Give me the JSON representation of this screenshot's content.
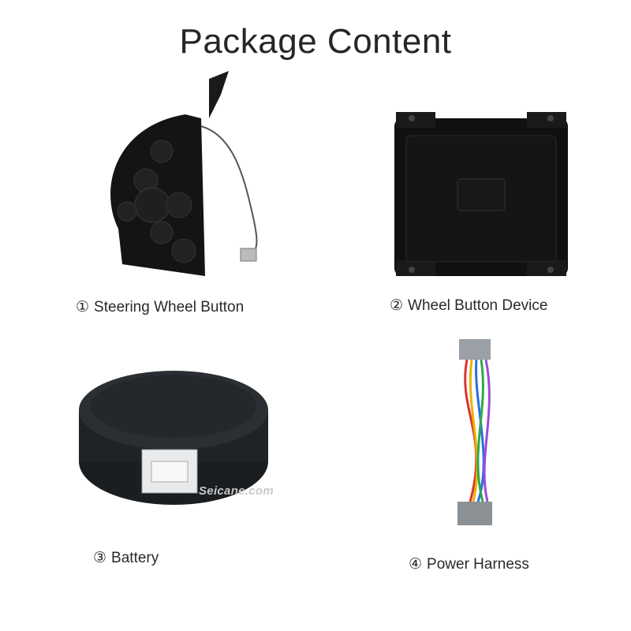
{
  "title": "Package Content",
  "items": [
    {
      "num": "①",
      "label": "Steering Wheel Button",
      "icon": "steering-wheel-button-icon"
    },
    {
      "num": "②",
      "label": "Wheel Button Device",
      "icon": "control-box-icon"
    },
    {
      "num": "③",
      "label": "Battery",
      "icon": "battery-icon",
      "printed_text": "Battery"
    },
    {
      "num": "④",
      "label": "Power Harness",
      "icon": "harness-icon"
    }
  ],
  "watermark": "Seicane.com",
  "colors": {
    "device_black": "#111111",
    "connector_gray": "#8e9398"
  }
}
